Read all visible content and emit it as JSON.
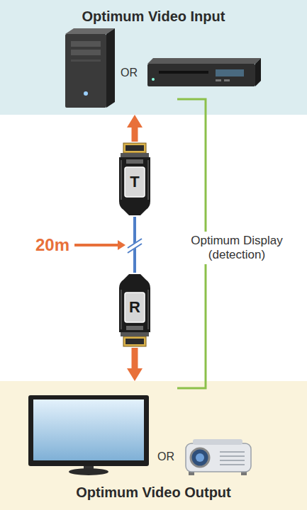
{
  "diagram": {
    "nodes": [
      {
        "text": [
          "Optimum Video Input",
          "OR"
        ]
      },
      {
        "text": [
          "T"
        ]
      },
      {
        "text": [
          "R"
        ]
      },
      {
        "text": [
          "OR",
          "Optimum Video Output"
        ]
      }
    ],
    "edges": [
      {
        "from": 1,
        "to": 0,
        "arrow": "to"
      },
      {
        "from": 1,
        "to": 2,
        "arrow": "none"
      },
      {
        "from": 2,
        "to": 3,
        "arrow": "to"
      },
      {
        "from": 0,
        "to": 3,
        "arrow": "none",
        "label": "Optimum Display (detection)"
      }
    ],
    "labels": [
      "20m"
    ]
  }
}
